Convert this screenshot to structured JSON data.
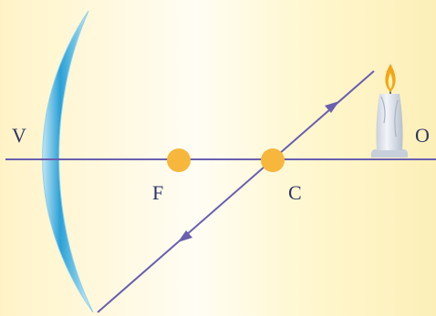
{
  "labels": {
    "vertex": "V",
    "focus": "F",
    "center": "C",
    "object": "O"
  },
  "colors": {
    "axis": "#6a5fb0",
    "point": "#f6b73c",
    "mirror_edge": "#8fd0ea",
    "mirror_core": "#2aa0d6",
    "candle_wax": "#dde4ec",
    "flame": "#f3a51a"
  },
  "icons": {
    "mirror": "concave-mirror-icon",
    "object": "candle-icon"
  }
}
